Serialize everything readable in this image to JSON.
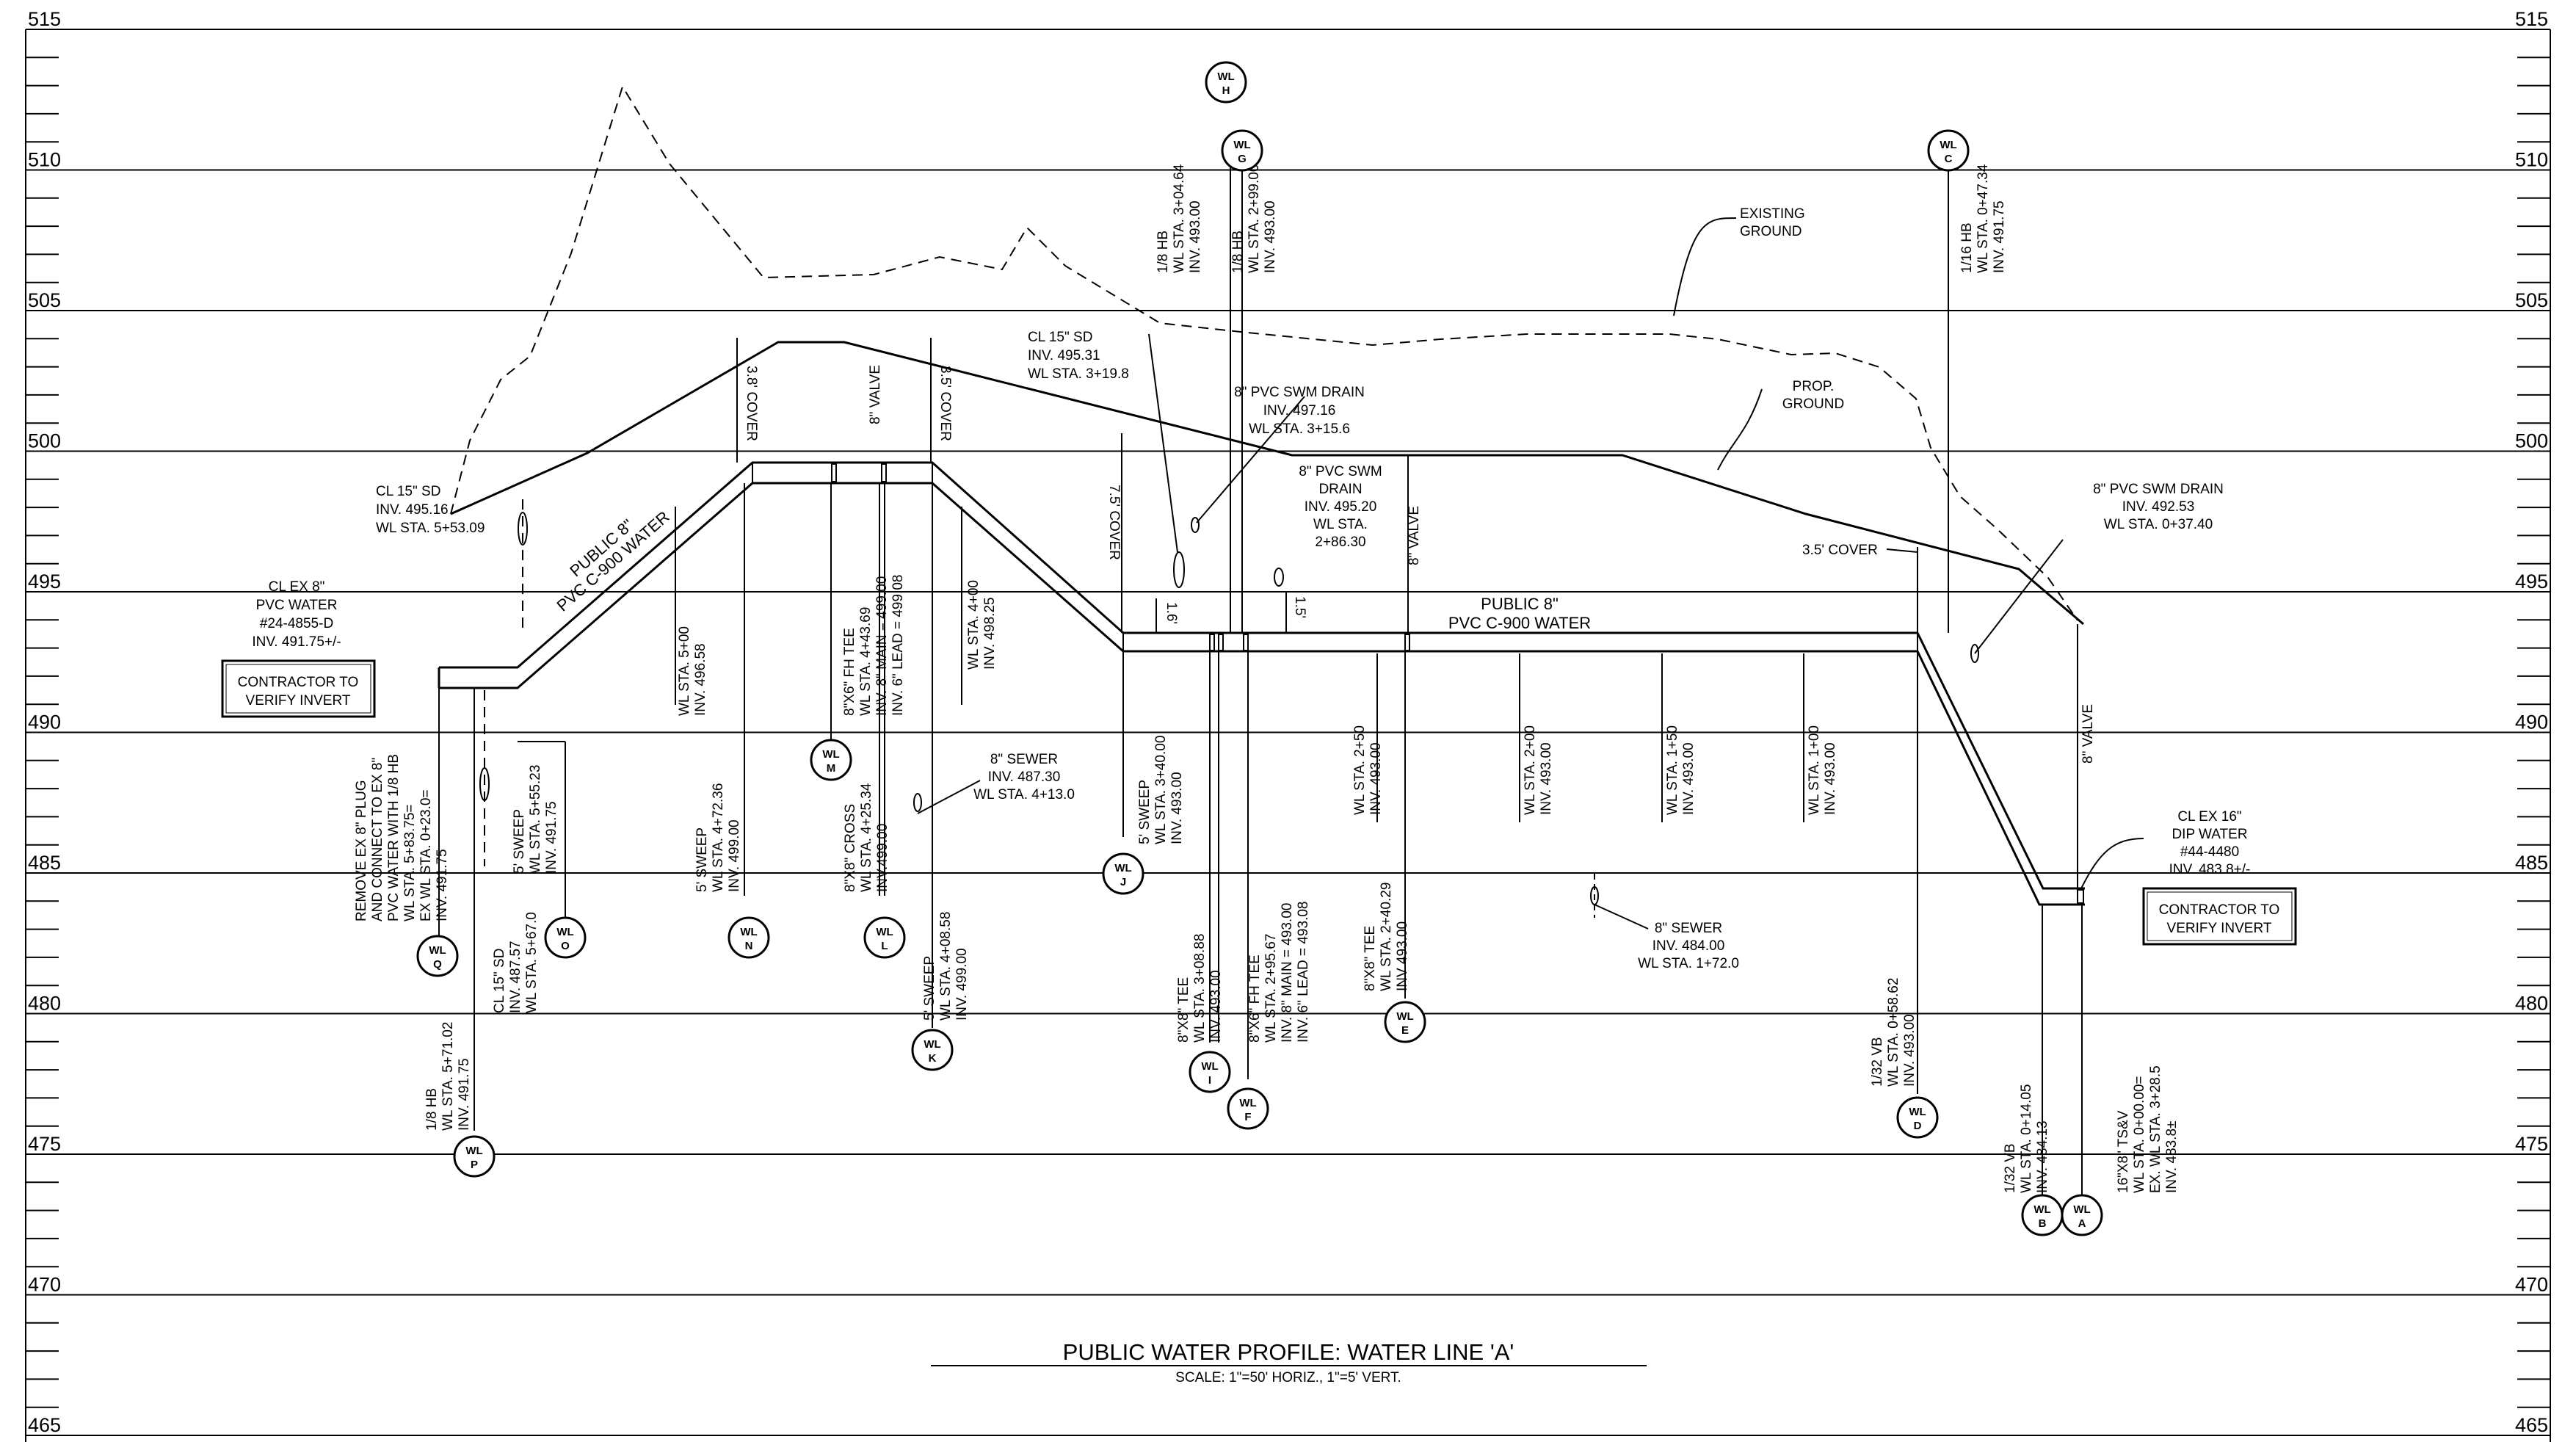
{
  "elevations": [
    "515",
    "510",
    "505",
    "500",
    "495",
    "490",
    "485",
    "480",
    "475",
    "470",
    "465"
  ],
  "title": "PUBLIC WATER PROFILE: WATER LINE 'A'",
  "scale": "SCALE: 1\"=50' HORIZ., 1\"=5' VERT.",
  "ground_labels": {
    "existing": [
      "EXISTING",
      "GROUND"
    ],
    "proposed": [
      "PROP.",
      "GROUND"
    ]
  },
  "pipe_labels": {
    "left_sloped": [
      "PUBLIC 8\"",
      "PVC C-900 WATER"
    ],
    "main": [
      "PUBLIC 8\"",
      "PVC C-900 WATER"
    ]
  },
  "boxes": {
    "left": [
      "CONTRACTOR TO",
      "VERIFY INVERT"
    ],
    "right": [
      "CONTRACTOR TO",
      "VERIFY INVERT"
    ]
  },
  "notes": {
    "cl_ex_8": [
      "CL EX 8\"",
      "PVC WATER",
      "#24-4855-D",
      "INV. 491.75+/-"
    ],
    "cl_15_sd_left": [
      "CL 15\" SD",
      "INV. 495.16",
      "WL STA. 5+53.09"
    ],
    "cl_15_sd_mid": [
      "CL 15\" SD",
      "INV. 495.31",
      "WL STA. 3+19.8"
    ],
    "swm_drain_1": [
      "8\" PVC SWM DRAIN",
      "INV. 497.16",
      "WL STA. 3+15.6"
    ],
    "swm_drain_2": [
      "8\" PVC SWM",
      "DRAIN",
      "INV. 495.20",
      "WL STA.",
      "2+86.30"
    ],
    "swm_drain_3": [
      "8\" PVC SWM DRAIN",
      "INV. 492.53",
      "WL STA. 0+37.40"
    ],
    "sewer_1": [
      "8\" SEWER",
      "INV. 487.30",
      "WL STA. 4+13.0"
    ],
    "sewer_2": [
      "8\" SEWER",
      "INV. 484.00",
      "WL STA. 1+72.0"
    ],
    "cl_ex_16": [
      "CL EX 16\"",
      "DIP WATER",
      "#44-4480",
      "INV. 483.8+/-"
    ],
    "cover_35": "3.5' COVER"
  },
  "vertical_labels": {
    "cover_38": "3.8' COVER",
    "valve_top": "8\" VALVE",
    "cover_35_v": "3.5' COVER",
    "cover_75": "7.5' COVER",
    "dim_16": "1.6'",
    "dim_15": "1.5'",
    "valve_mid": "8\" VALVE",
    "valve_right": "8\" VALVE"
  },
  "callouts": [
    {
      "id": "H",
      "lines": [
        "1/8 HB",
        "WL STA. 3+04.64",
        "INV. 493.00"
      ]
    },
    {
      "id": "G",
      "lines": [
        "1/8 HB",
        "WL STA. 2+99.00",
        "INV. 493.00"
      ]
    },
    {
      "id": "C",
      "lines": [
        "1/16 HB",
        "WL STA. 0+47.34",
        "INV. 491.75"
      ]
    },
    {
      "id": "Q",
      "lines": [
        "REMOVE EX 8\" PLUG",
        "AND CONNECT TO EX 8\"",
        "PVC WATER WITH 1/8 HB",
        "WL STA. 5+83.75=",
        "EX WL STA. 0+23.0=",
        "INV. 491.75"
      ]
    },
    {
      "id": "O",
      "lines": [
        "5' SWEEP",
        "WL STA. 5+55.23",
        "INV. 491.75"
      ]
    },
    {
      "id": "P",
      "lines": [
        "1/8 HB",
        "WL STA. 5+71.02",
        "INV. 491.75"
      ]
    },
    {
      "id": "SD",
      "lines": [
        "CL 15\" SD",
        "INV. 487.57",
        "WL STA. 5+67.0"
      ]
    },
    {
      "id": "N",
      "lines": [
        "5' SWEEP",
        "WL STA. 4+72.36",
        "INV. 499.00"
      ]
    },
    {
      "id": "STA500",
      "lines": [
        "WL STA. 5+00",
        "INV. 496.58"
      ]
    },
    {
      "id": "M",
      "lines": [
        "8\"X6\" FH TEE",
        "WL STA. 4+43.69",
        "INV. 8\" MAIN = 499.00",
        "INV. 6\" LEAD = 499.08"
      ]
    },
    {
      "id": "L",
      "lines": [
        "8\"X8\" CROSS",
        "WL STA. 4+25.34",
        "INV.499.00"
      ]
    },
    {
      "id": "STA400",
      "lines": [
        "WL STA. 4+00",
        "INV. 498.25"
      ]
    },
    {
      "id": "K",
      "lines": [
        "5' SWEEP",
        "WL STA. 4+08.58",
        "INV. 499.00"
      ]
    },
    {
      "id": "J",
      "lines": [
        "5' SWEEP",
        "WL STA. 3+40.00",
        "INV. 493.00"
      ]
    },
    {
      "id": "I",
      "lines": [
        "8\"X8\" TEE",
        "WL STA. 3+08.88",
        "INV. 493.00"
      ]
    },
    {
      "id": "F",
      "lines": [
        "8\"X6\" FH TEE",
        "WL STA. 2+95.67",
        "INV. 8\" MAIN = 493.00",
        "INV. 6\" LEAD = 493.08"
      ]
    },
    {
      "id": "STA250",
      "lines": [
        "WL STA. 2+50",
        "INV. 493.00"
      ]
    },
    {
      "id": "E",
      "lines": [
        "8\"X8\" TEE",
        "WL STA. 2+40.29",
        "INV 493.00"
      ]
    },
    {
      "id": "STA200",
      "lines": [
        "WL STA. 2+00",
        "INV. 493.00"
      ]
    },
    {
      "id": "STA150",
      "lines": [
        "WL STA. 1+50",
        "INV. 493.00"
      ]
    },
    {
      "id": "STA100",
      "lines": [
        "WL STA. 1+00",
        "INV. 493.00"
      ]
    },
    {
      "id": "D",
      "lines": [
        "1/32 VB",
        "WL STA. 0+58.62",
        "INV. 493.00"
      ]
    },
    {
      "id": "B",
      "lines": [
        "1/32 VB",
        "WL STA. 0+14.05",
        "INV. 484.13"
      ]
    },
    {
      "id": "A",
      "lines": [
        "16\"X8\" TS&V",
        "WL STA. 0+00.00=",
        "EX. WL STA. 3+28.5",
        "INV. 483.8±"
      ]
    }
  ],
  "bubbles": {
    "prefix": "WL",
    "letters": [
      "A",
      "B",
      "C",
      "D",
      "E",
      "F",
      "G",
      "H",
      "I",
      "J",
      "K",
      "L",
      "M",
      "N",
      "O",
      "P",
      "Q"
    ]
  }
}
